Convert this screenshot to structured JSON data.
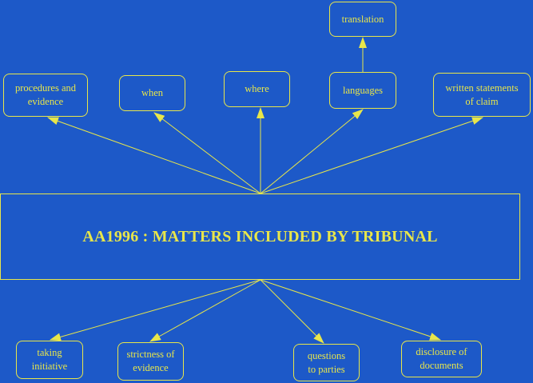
{
  "diagram": {
    "center": "AA1996 : MATTERS INCLUDED BY TRIBUNAL",
    "top_nodes": [
      {
        "id": "procedures",
        "label": "procedures and\nevidence"
      },
      {
        "id": "when",
        "label": "when"
      },
      {
        "id": "where",
        "label": "where"
      },
      {
        "id": "languages",
        "label": "languages"
      },
      {
        "id": "written",
        "label": "written statements\nof claim"
      }
    ],
    "sub_node": {
      "id": "translation",
      "label": "translation",
      "parent": "languages"
    },
    "bottom_nodes": [
      {
        "id": "initiative",
        "label": "taking\ninitiative"
      },
      {
        "id": "strictness",
        "label": "strictness of\nevidence"
      },
      {
        "id": "questions",
        "label": "questions\nto parties"
      },
      {
        "id": "disclosure",
        "label": "disclosure of\ndocuments"
      }
    ]
  },
  "colors": {
    "background": "#1d59c8",
    "foreground": "#e8e64a"
  }
}
